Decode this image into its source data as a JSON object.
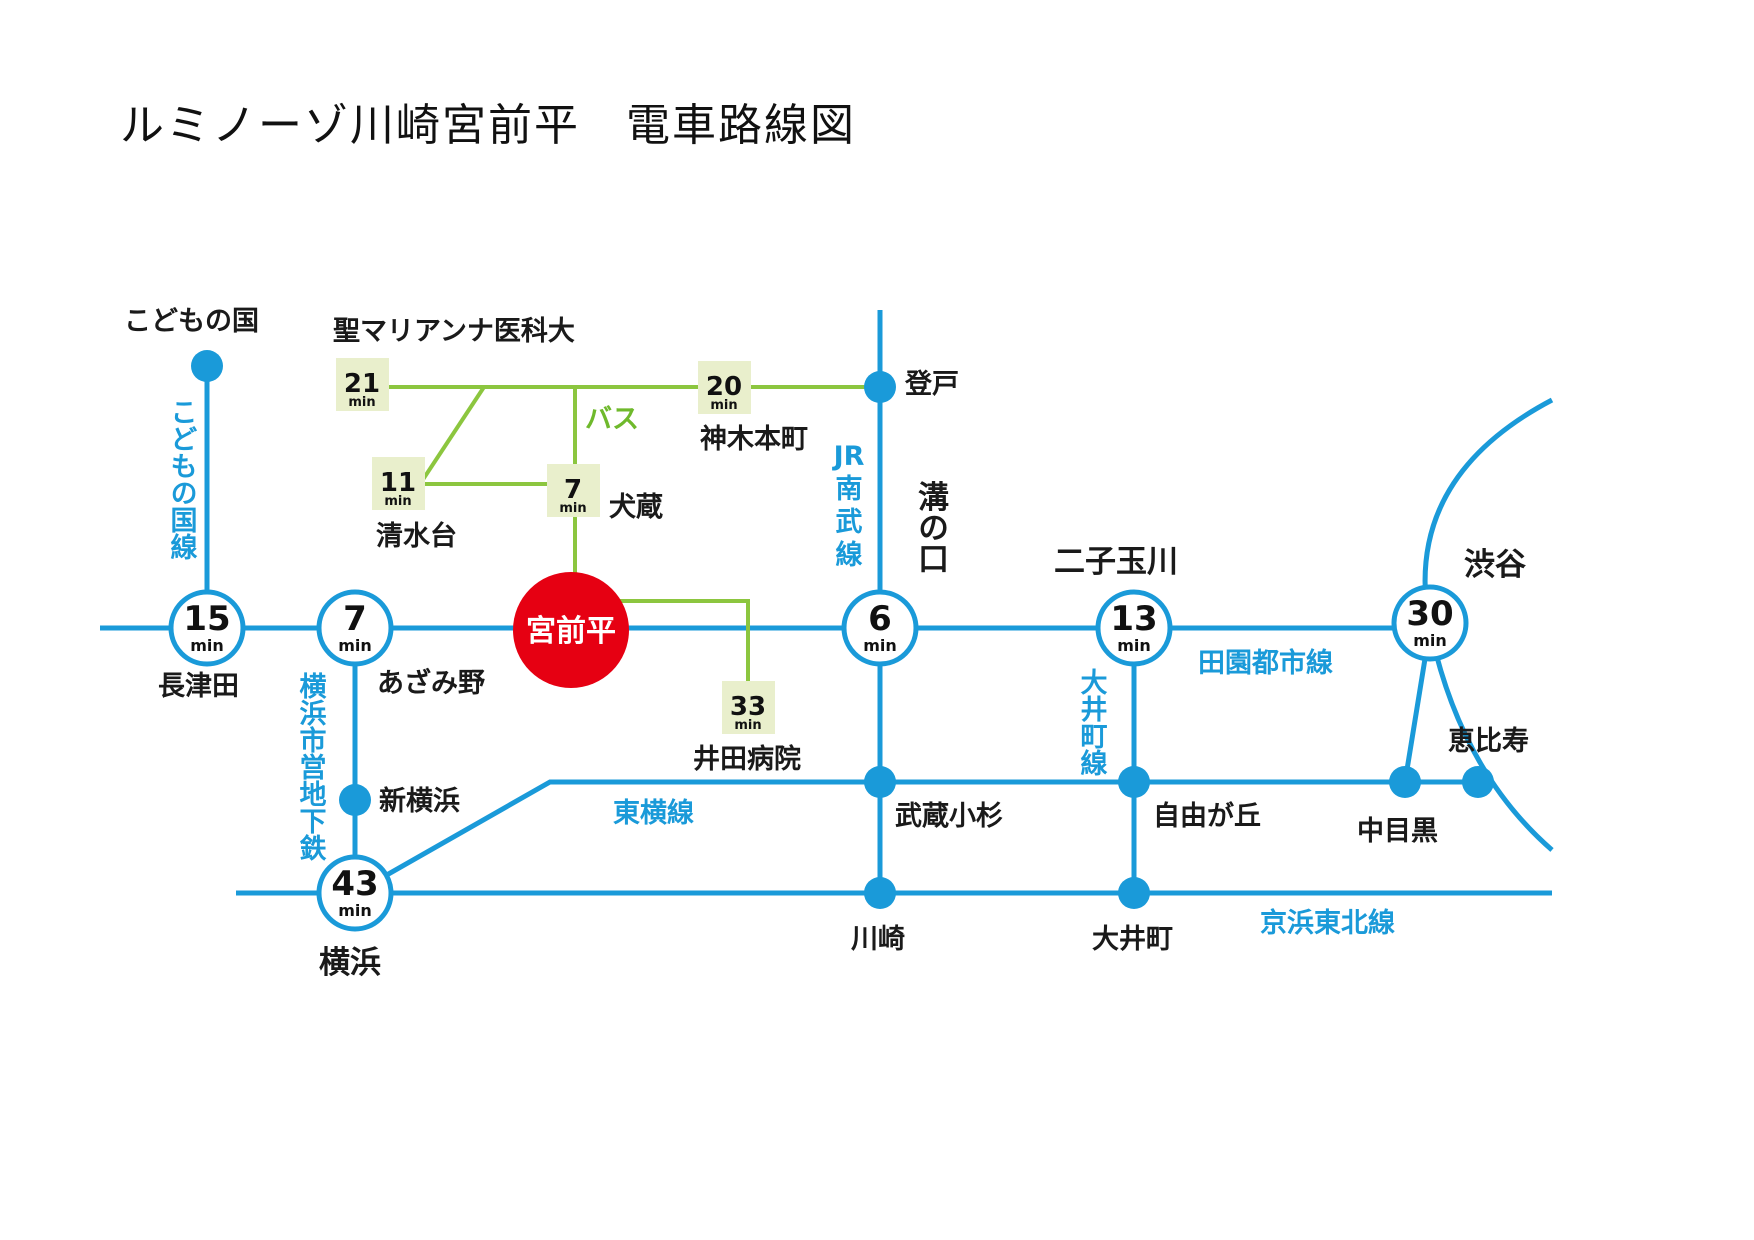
{
  "title": "ルミノーゾ川崎宮前平　電車路線図",
  "colors": {
    "rail": "#1a9ad9",
    "bus": "#8cc63f",
    "bus_label": "#6fb92c",
    "home": "#e60012",
    "time_box": "#e9efcc",
    "text": "#1a1a1a"
  },
  "home_station": "宮前平",
  "unit": "min",
  "stations": {
    "kodomonokuni": "こどもの国",
    "seimarianna": "聖マリアンナ医科大",
    "noborito": "登戸",
    "shinkihoncho": "神木本町",
    "inukura": "犬蔵",
    "shimizudai": "清水台",
    "mizonokuchi": "溝の口",
    "futakotamagawa": "二子玉川",
    "shibuya": "渋谷",
    "nagatsuta": "長津田",
    "azamino": "あざみ野",
    "idabyoin": "井田病院",
    "ebisu": "恵比寿",
    "shinyokohama": "新横浜",
    "musashikosugi": "武蔵小杉",
    "jiyugaoka": "自由が丘",
    "nakameguro": "中目黒",
    "yokohama": "横浜",
    "kawasaki": "川崎",
    "oimachi": "大井町"
  },
  "lines": {
    "kodomonokuni": "こどもの国線",
    "nambu": [
      "JR",
      "南",
      "武",
      "線"
    ],
    "denentoshi": "田園都市線",
    "oimachi": "大井町線",
    "yokohama_subway": "横浜市営地下鉄",
    "toyoko": "東横線",
    "keihintohoku": "京浜東北線",
    "bus": "バス"
  },
  "times": {
    "nagatsuta": "15",
    "azamino": "7",
    "mizonokuchi": "6",
    "futakotamagawa": "13",
    "shibuya": "30",
    "yokohama": "43",
    "seimarianna": "21",
    "shinkihoncho": "20",
    "shimizudai": "11",
    "inukura": "7",
    "idabyoin": "33"
  }
}
